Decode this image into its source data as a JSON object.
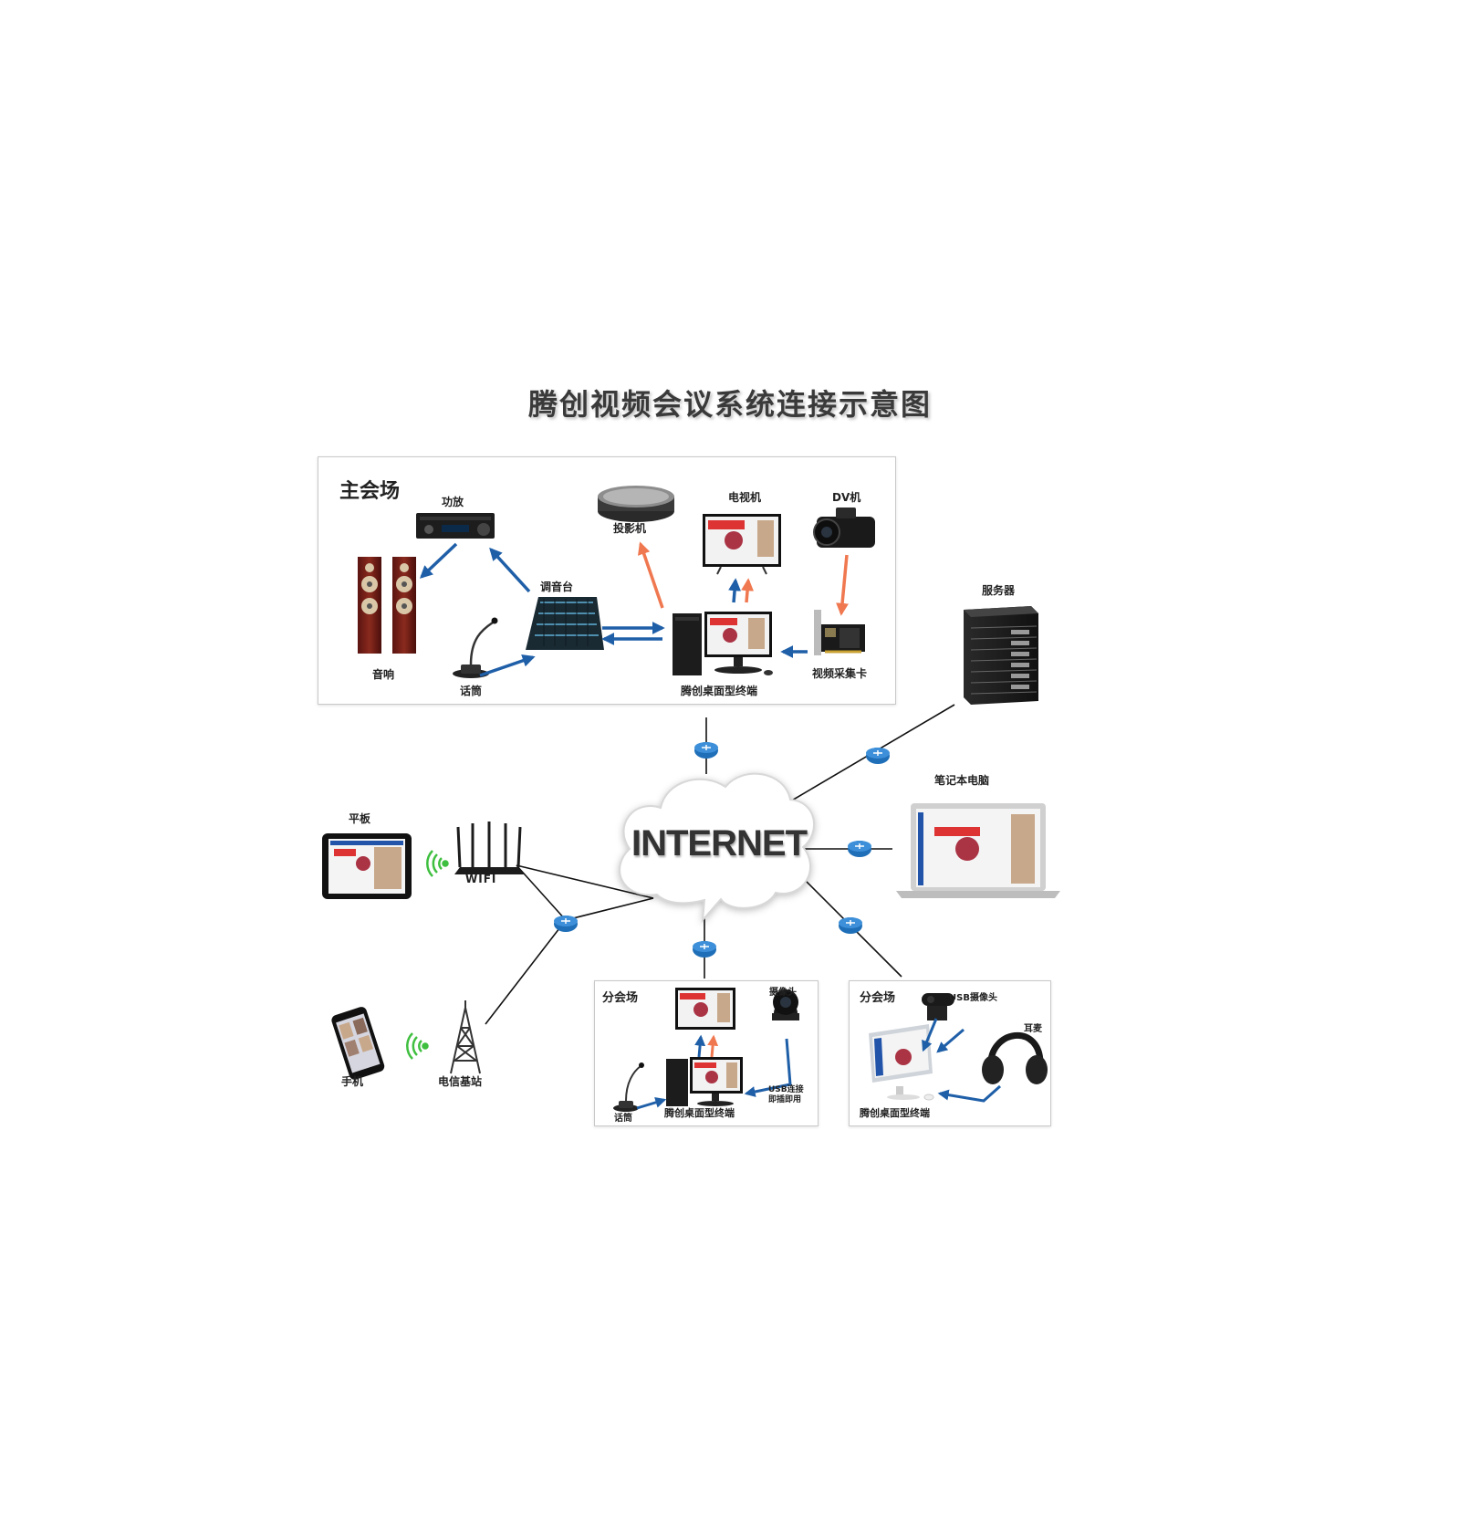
{
  "title": "腾创视频会议系统连接示意图",
  "internet": "INTERNET",
  "main_venue": {
    "heading": "主会场",
    "amplifier": "功放",
    "speakers": "音响",
    "mixer": "调音台",
    "microphone": "话筒",
    "projector": "投影机",
    "tv": "电视机",
    "dv": "DV机",
    "capture_card": "视频采集卡",
    "terminal": "腾创桌面型终端"
  },
  "server": "服务器",
  "laptop": "笔记本电脑",
  "tablet": "平板",
  "wifi": "WIFI",
  "phone": "手机",
  "base_station": "电信基站",
  "sub_venue_1": {
    "heading": "分会场",
    "camera": "摄像头",
    "usb_note_line1": "USB连接",
    "usb_note_line2": "即插即用",
    "microphone": "话筒",
    "terminal": "腾创桌面型终端"
  },
  "sub_venue_2": {
    "heading": "分会场",
    "usb_camera": "USB摄像头",
    "headset": "耳麦",
    "terminal": "腾创桌面型终端"
  },
  "colors": {
    "blue_arrow": "#1f5fa8",
    "orange_arrow": "#f07850",
    "router": "#1f6fb8",
    "wifi_signal": "#3fbf3f"
  }
}
